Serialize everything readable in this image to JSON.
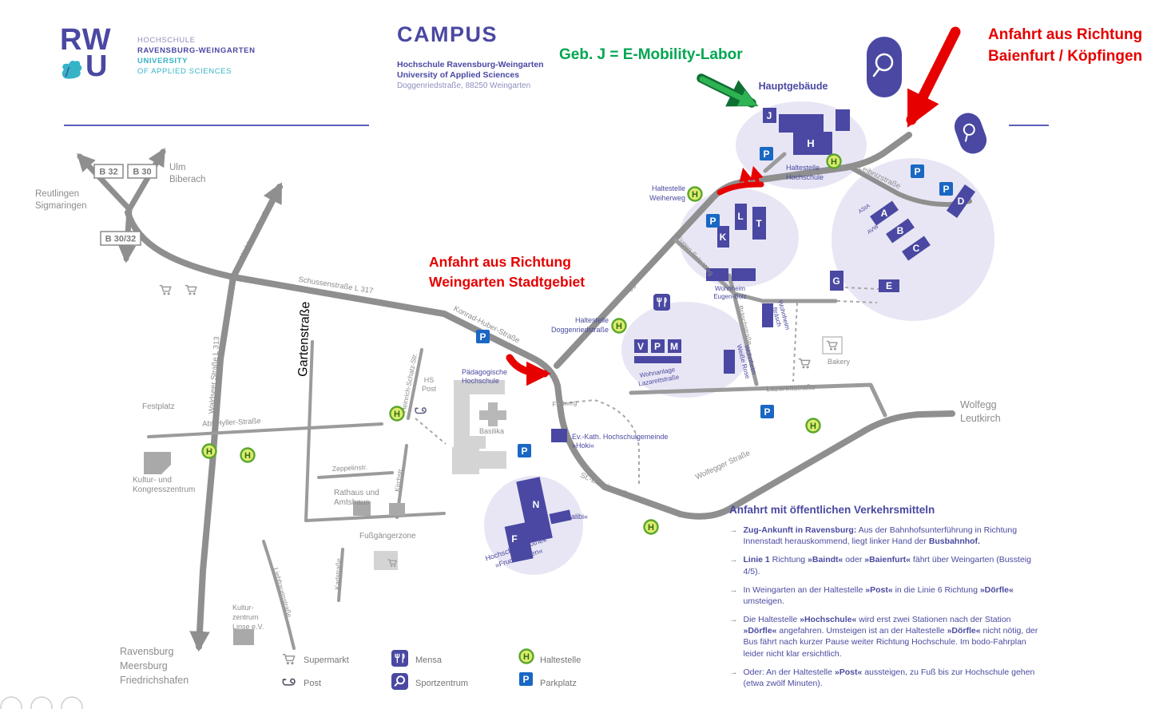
{
  "header": {
    "logo": {
      "top": "RW",
      "bottom": "U"
    },
    "university_lines": [
      "HOCHSCHULE",
      "RAVENSBURG-WEINGARTEN",
      "UNIVERSITY",
      "OF APPLIED SCIENCES"
    ],
    "campus_title": "CAMPUS",
    "campus_sub": [
      "Hochschule Ravensburg-Weingarten",
      "University of Applied Sciences",
      "Doggenriedstraße, 88250 Weingarten"
    ]
  },
  "annotations": {
    "emobility": "Geb. J = E-Mobility-Labor",
    "baienfurt": [
      "Anfahrt aus Richtung",
      "Baienfurt / Köpfingen"
    ],
    "stadtgebiet": [
      "Anfahrt aus Richtung",
      "Weingarten Stadtgebiet"
    ]
  },
  "signs": {
    "b32": "B 32",
    "b30": "B 30",
    "b3032": "B 30/32"
  },
  "directions": {
    "ulm": [
      "Ulm",
      "Biberach"
    ],
    "reutlingen": [
      "Reutlingen",
      "Sigmaringen"
    ],
    "ravensburg": [
      "Ravensburg",
      "Meersburg",
      "Friedrichshafen"
    ],
    "wolfegg": [
      "Wolfegg",
      "Leutkirch"
    ]
  },
  "streets": {
    "waldseer": "Waldseer Straße",
    "waldseer_l313": "Waldseer Straße L 313",
    "schussen": "Schussenstraße L 317",
    "konrad_huber": "Konrad-Huber-Straße",
    "doggenried": "Doggenriedstraße",
    "eugen_bolz": "Eugen-Bolz-Weg",
    "braesch": "Bräschstraße",
    "leibniz": "Leibnizstraße",
    "lazarett": "Lazarettstraße",
    "st_longinus": "St.-Longinus-Straße",
    "wolfegger": "Wolfegger Straße",
    "abt_hyller": "Abt-Hyller-Straße",
    "zeppelin": "Zeppelinstr.",
    "kirch": "Kirchstr.",
    "garten": "Gartenstraße",
    "heinrich_schatz": "Heinrich-Schatz-Str.",
    "liebfrauen": "Liebfrauenstraße",
    "karl": "Karlstraße",
    "fussweg": "Fußweg"
  },
  "places": {
    "hauptgebaeude": "Hauptgebäude",
    "haltestelle_hochschule": [
      "Haltestelle",
      "Hochschule"
    ],
    "haltestelle_weiherweg": [
      "Haltestelle",
      "Weiherweg"
    ],
    "haltestelle_doggenried": [
      "Haltestelle",
      "Doggenriedstraße"
    ],
    "festplatz": "Festplatz",
    "kultur_kongress": [
      "Kultur- und",
      "Kongresszentrum"
    ],
    "rathaus": [
      "Rathaus und",
      "Amtshaus"
    ],
    "fussgaengerzone": "Fußgängerzone",
    "kultur_linse": [
      "Kultur-",
      "zentrum",
      "Linse e.V."
    ],
    "paedagogische": [
      "Pädagogische",
      "Hochschule"
    ],
    "basilika": "Basilika",
    "hs_post": [
      "HS",
      "Post"
    ],
    "bibliothek": [
      "Hochschulbibliothek",
      "»Fruchtkasten«"
    ],
    "alibi": "»alibi«",
    "hoki": [
      "Ev.-Kath. Hochschulgemeinde",
      "»Hoki«"
    ],
    "wohnheim_eugen_bolz": [
      "Wohnheim",
      "Eugen-Bolz"
    ],
    "wohnanlage_lazarett": [
      "Wohnanlage",
      "Lazarettstraße"
    ],
    "wohnheim_braesch": [
      "Wohnheim",
      "Bräsch"
    ],
    "wohnheim_weisse_rose": [
      "Wohnheim",
      "Weiße Rose"
    ],
    "bakery": "Bakery",
    "asta": "AStA",
    "avw": "AVW"
  },
  "buildings": {
    "h": "H",
    "j": "J",
    "k": "K",
    "l": "L",
    "t": "T",
    "a": "A",
    "b": "B",
    "c": "C",
    "d": "D",
    "e": "E",
    "g": "G",
    "n": "N",
    "f": "F",
    "v": "V",
    "p": "P",
    "m": "M"
  },
  "markers": {
    "haltestelle": "H",
    "parkplatz": "P"
  },
  "legend": {
    "items": [
      {
        "label": "Supermarkt",
        "icon": "cart-icon"
      },
      {
        "label": "Post",
        "icon": "posthorn-icon"
      },
      {
        "label": "Mensa",
        "icon": "mensa-icon"
      },
      {
        "label": "Sportzentrum",
        "icon": "sport-icon"
      },
      {
        "label": "Haltestelle",
        "icon": "haltestelle-icon"
      },
      {
        "label": "Parkplatz",
        "icon": "parkplatz-icon"
      }
    ]
  },
  "transport": {
    "title": "Anfahrt mit öffentlichen Verkehrsmitteln",
    "bullet": "→",
    "items": [
      {
        "segments": [
          {
            "t": "Zug-Ankunft in Ravensburg:",
            "b": true
          },
          {
            "t": " Aus der Bahnhofsunterführung in Richtung Innenstadt herauskommend, liegt linker Hand der ",
            "b": false
          },
          {
            "t": "Busbahnhof.",
            "b": true
          }
        ]
      },
      {
        "segments": [
          {
            "t": "Linie 1",
            "b": true
          },
          {
            "t": " Richtung ",
            "b": false
          },
          {
            "t": "»Baindt«",
            "b": true
          },
          {
            "t": " oder ",
            "b": false
          },
          {
            "t": "»Baienfurt«",
            "b": true
          },
          {
            "t": " fährt über Weingarten (Bussteig 4/5).",
            "b": false
          }
        ]
      },
      {
        "segments": [
          {
            "t": "In Weingarten an der Haltestelle ",
            "b": false
          },
          {
            "t": "»Post«",
            "b": true
          },
          {
            "t": " in die Linie 6 Richtung ",
            "b": false
          },
          {
            "t": "»Dörfle«",
            "b": true
          },
          {
            "t": " umsteigen.",
            "b": false
          }
        ]
      },
      {
        "segments": [
          {
            "t": "Die Haltestelle ",
            "b": false
          },
          {
            "t": "»Hochschule«",
            "b": true
          },
          {
            "t": " wird erst zwei Stationen nach der Station ",
            "b": false
          },
          {
            "t": "»Dörfle«",
            "b": true
          },
          {
            "t": " angefahren. Umsteigen ist an der Haltestelle ",
            "b": false
          },
          {
            "t": "»Dörfle«",
            "b": true
          },
          {
            "t": " nicht nötig, der Bus fährt nach kurzer Pause weiter Richtung Hochschule. Im bodo-Fahrplan leider nicht klar ersichtlich.",
            "b": false
          }
        ]
      },
      {
        "segments": [
          {
            "t": "Oder: An der Haltestelle ",
            "b": false
          },
          {
            "t": "»Post«",
            "b": true
          },
          {
            "t": " aussteigen, zu Fuß bis zur Hochschule gehen (etwa zwölf Minuten).",
            "b": false
          }
        ]
      }
    ]
  },
  "colors": {
    "purple": "#4a48a2",
    "teal": "#35b4c8",
    "red": "#e60000",
    "green": "#00a651",
    "road_gray": "#8f8f8f",
    "parking_blue": "#1a67c4",
    "stop_green": "#5ba62c",
    "lavender": "#e8e6f4"
  }
}
